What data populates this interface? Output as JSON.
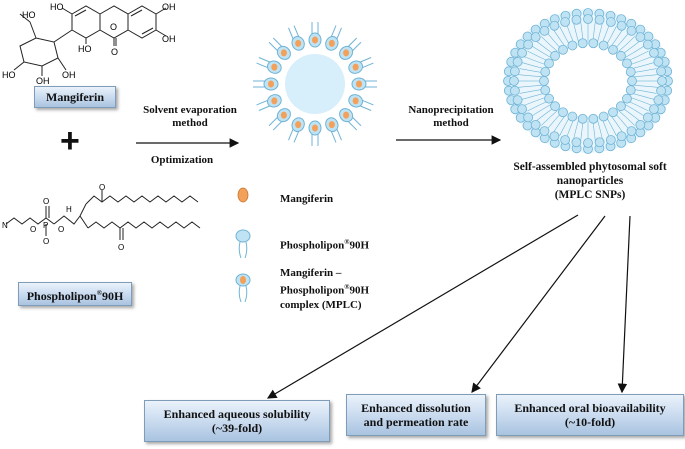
{
  "mangiferin_label": "Mangiferin",
  "phospholipon_label": "Phospholipon",
  "phospholipon_sup": "®",
  "phospholipon_suffix": "90H",
  "plus_sign": "+",
  "chem_labels": {
    "ho_top_left": "HO",
    "ho_mid_left": "HO",
    "oh_ring_1": "OH",
    "ho_ring_2": "HO",
    "oh_ring_3": "OH",
    "oh_top_right": "OH",
    "oh_right": "OH",
    "o_ring": "O",
    "ho_sugar": "HO",
    "o_carbonyl": "O"
  },
  "lipid_labels": {
    "h": "H",
    "p": "P",
    "o1": "O",
    "o2": "O",
    "o3": "O",
    "o4": "O",
    "o5": "O",
    "o6": "O",
    "n": "N"
  },
  "step1": {
    "line1": "Solvent evaporation",
    "line2": "method",
    "line3": "Optimization"
  },
  "step2": {
    "line1": "Nanoprecipitation",
    "line2": "method"
  },
  "legend": {
    "mangiferin": "Mangiferin",
    "phospholipon": "Phospholipon",
    "phospholipon_sup": "®",
    "phospholipon_suffix": "90H",
    "complex_line1": "Mangiferin –",
    "complex_line2_a": "Phospholipon",
    "complex_line2_sup": "®",
    "complex_line2_b": "90H",
    "complex_line3": "complex (MPLC)"
  },
  "product": {
    "line1": "Self-assembled phytosomal soft",
    "line2": "nanoparticles",
    "line3": "(MPLC SNPs)"
  },
  "outcomes": [
    {
      "line1": "Enhanced aqueous solubility",
      "line2": "(~39-fold)"
    },
    {
      "line1": "Enhanced dissolution",
      "line2": "and permeation rate"
    },
    {
      "line1": "Enhanced oral bioavailability",
      "line2": "(~10-fold)"
    }
  ],
  "colors": {
    "box_border": "#7f9db9",
    "box_fill": "#c7d9ee",
    "head_blue": "#bfe3f3",
    "head_outline": "#6fb3d6",
    "mangiferin_orange": "#f2a05a",
    "core_fill": "#d7eefb"
  }
}
